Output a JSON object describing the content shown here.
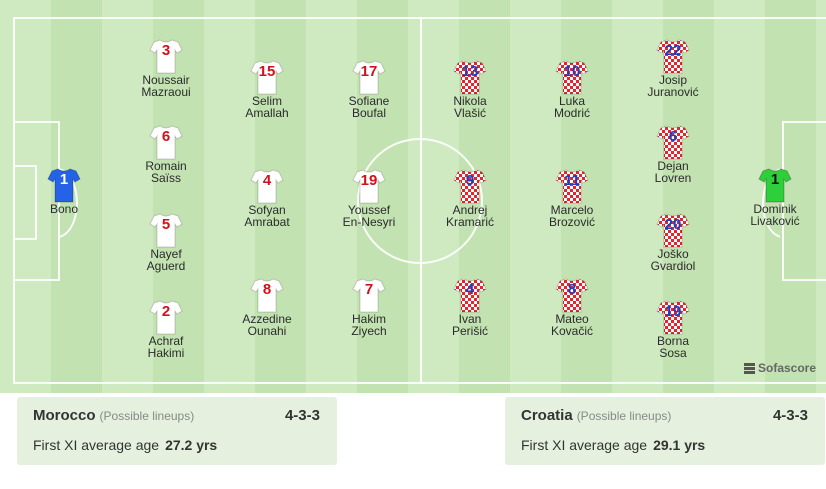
{
  "teams": {
    "home": {
      "name": "Morocco",
      "tag": "(Possible lineups)",
      "formation": "4-3-3",
      "age_label": "First XI average age",
      "age_value": "27.2 yrs",
      "shirt_color": "#ffffff",
      "number_color": "#d0121b",
      "gk_shirt_color": "#2463e8",
      "gk_number_color": "#ffffff",
      "players": [
        {
          "number": "1",
          "first": "",
          "last": "Bono",
          "role": "gk"
        },
        {
          "number": "3",
          "first": "Noussair",
          "last": "Mazraoui",
          "role": "outfield"
        },
        {
          "number": "6",
          "first": "Romain",
          "last": "Saïss",
          "role": "outfield"
        },
        {
          "number": "5",
          "first": "Nayef",
          "last": "Aguerd",
          "role": "outfield"
        },
        {
          "number": "2",
          "first": "Achraf",
          "last": "Hakimi",
          "role": "outfield"
        },
        {
          "number": "15",
          "first": "Selim",
          "last": "Amallah",
          "role": "outfield"
        },
        {
          "number": "4",
          "first": "Sofyan",
          "last": "Amrabat",
          "role": "outfield"
        },
        {
          "number": "8",
          "first": "Azzedine",
          "last": "Ounahi",
          "role": "outfield"
        },
        {
          "number": "17",
          "first": "Sofiane",
          "last": "Boufal",
          "role": "outfield"
        },
        {
          "number": "19",
          "first": "Youssef",
          "last": "En-Nesyri",
          "role": "outfield"
        },
        {
          "number": "7",
          "first": "Hakim",
          "last": "Ziyech",
          "role": "outfield"
        }
      ]
    },
    "away": {
      "name": "Croatia",
      "tag": "(Possible lineups)",
      "formation": "4-3-3",
      "age_label": "First XI average age",
      "age_value": "29.1 yrs",
      "shirt_color": "checkered-red-white",
      "number_color": "#1a3fc2",
      "gk_shirt_color": "#2fcf3c",
      "gk_number_color": "#111111",
      "players": [
        {
          "number": "1",
          "first": "Dominik",
          "last": "Livaković",
          "role": "gk"
        },
        {
          "number": "22",
          "first": "Josip",
          "last": "Juranović",
          "role": "outfield"
        },
        {
          "number": "6",
          "first": "Dejan",
          "last": "Lovren",
          "role": "outfield"
        },
        {
          "number": "20",
          "first": "Joško",
          "last": "Gvardiol",
          "role": "outfield"
        },
        {
          "number": "19",
          "first": "Borna",
          "last": "Sosa",
          "role": "outfield"
        },
        {
          "number": "10",
          "first": "Luka",
          "last": "Modrić",
          "role": "outfield"
        },
        {
          "number": "11",
          "first": "Marcelo",
          "last": "Brozović",
          "role": "outfield"
        },
        {
          "number": "8",
          "first": "Mateo",
          "last": "Kovačić",
          "role": "outfield"
        },
        {
          "number": "13",
          "first": "Nikola",
          "last": "Vlašić",
          "role": "outfield"
        },
        {
          "number": "9",
          "first": "Andrej",
          "last": "Kramarić",
          "role": "outfield"
        },
        {
          "number": "4",
          "first": "Ivan",
          "last": "Perišić",
          "role": "outfield"
        }
      ]
    }
  },
  "brand": {
    "label": "Sofascore",
    "icon": "sofascore-logo-icon"
  }
}
